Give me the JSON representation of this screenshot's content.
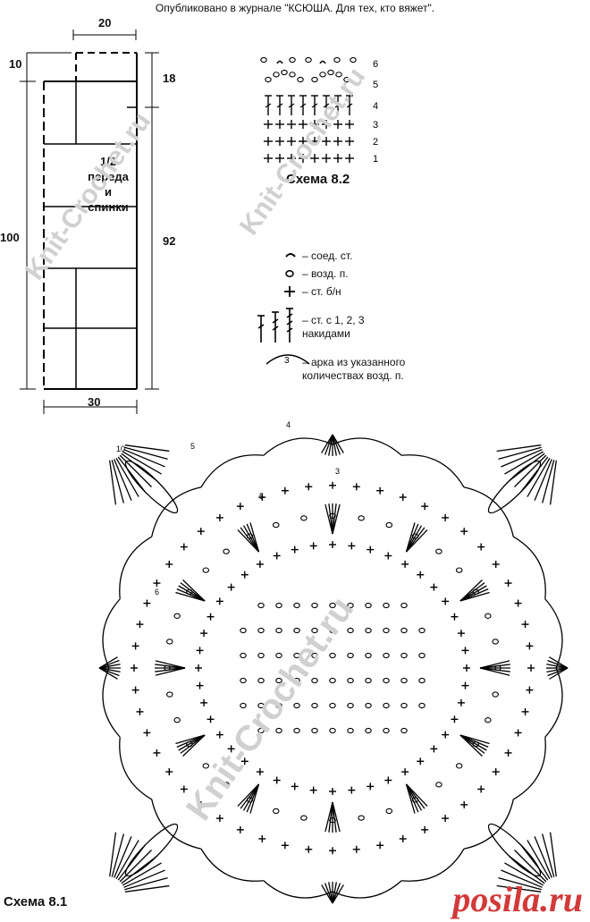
{
  "header": "Опубликовано в журнале \"КСЮША. Для тех, кто вяжет\".",
  "pattern": {
    "dims": {
      "top_width": "20",
      "top_left": "10",
      "right_top": "18",
      "left_height": "100",
      "right_height": "92",
      "bottom_width": "30"
    },
    "center_label_line1": "1/2",
    "center_label_line2": "переда",
    "center_label_line3": "и",
    "center_label_line4": "спинки"
  },
  "scheme82": {
    "caption": "Схема 8.2",
    "row_numbers": [
      "1",
      "2",
      "3",
      "4",
      "5",
      "6"
    ]
  },
  "legend": {
    "items": [
      {
        "text": "– соед. ст."
      },
      {
        "text": "– возд. п."
      },
      {
        "text": "– ст. б/н"
      },
      {
        "text": "– ст. с 1, 2, 3 накидами"
      },
      {
        "text": "– арка из указанного количествах возд. п."
      }
    ],
    "arch_number": "3"
  },
  "scheme81": {
    "caption": "Схема 8.1",
    "arch_numbers": [
      "5",
      "5",
      "4",
      "6",
      "3",
      "10"
    ]
  },
  "watermark": "Knit-Crochet.ru",
  "logo": "posila.ru"
}
